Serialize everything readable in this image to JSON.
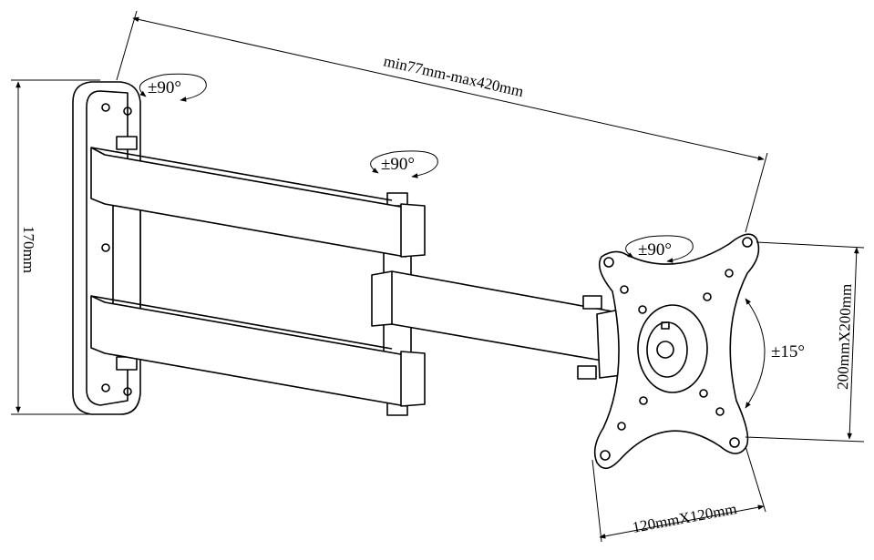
{
  "dimensions": {
    "arm_extension": "min77mm-max420mm",
    "wall_plate_height": "170mm",
    "vesa_large": "200mmX200mm",
    "vesa_small": "120mmX120mm"
  },
  "rotations": {
    "wall_swivel": "±90°",
    "elbow_swivel": "±90°",
    "plate_rotation": "±90°",
    "tilt": "±15°"
  }
}
